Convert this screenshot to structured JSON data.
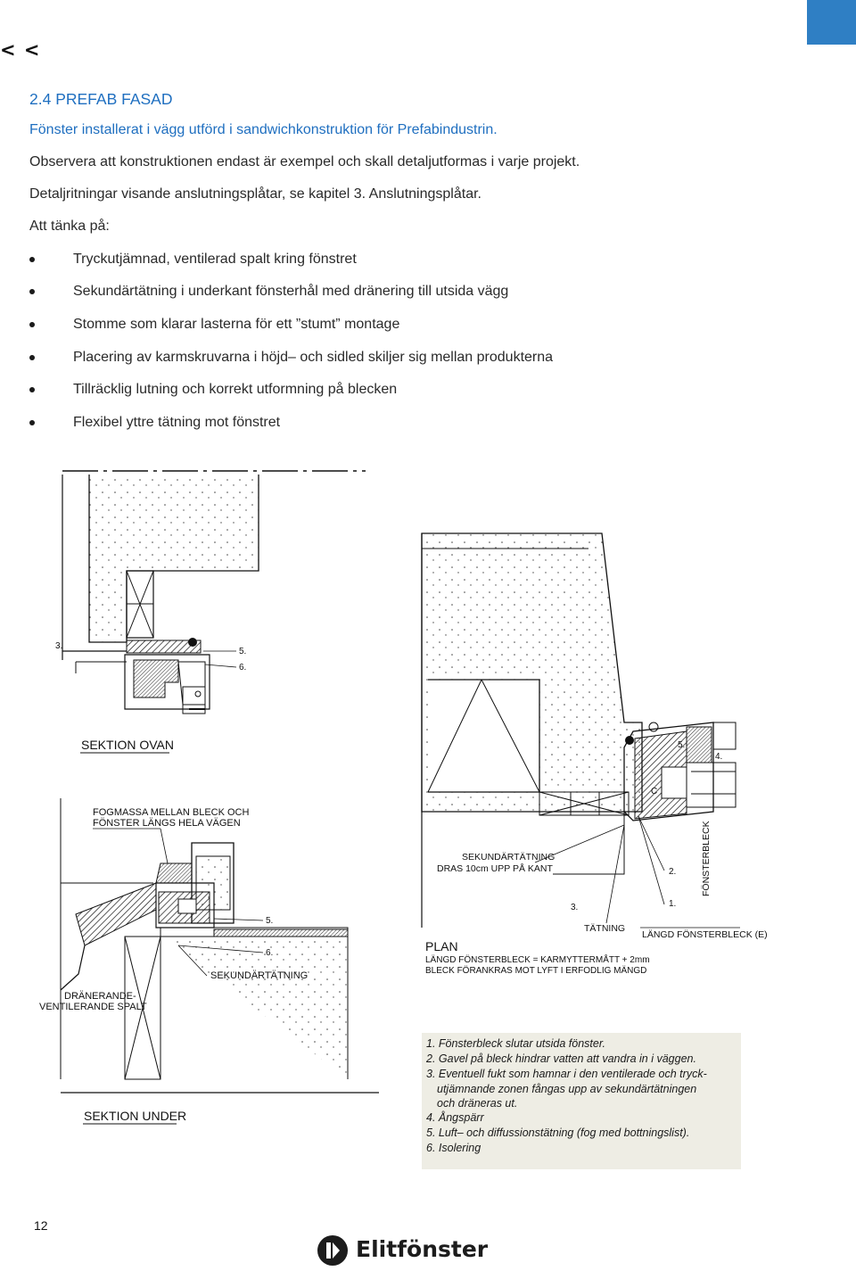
{
  "nav": {
    "back": "< <"
  },
  "header": {
    "section": "2.4 PREFAB FASAD",
    "subtitle": "Fönster installerat i vägg utförd i sandwichkonstruktion för Prefabindustrin."
  },
  "body": {
    "p1": "Observera att konstruktionen endast är exempel och skall detaljutformas i varje projekt.",
    "p2": "Detaljritningar visande anslutningsplåtar, se kapitel 3. Anslutningsplåtar.",
    "think": "Att tänka på:",
    "bullets": [
      "Tryckutjämnad, ventilerad spalt kring fönstret",
      "Sekundärtätning i underkant fönsterhål med dränering till utsida vägg",
      "Stomme som klarar lasterna för ett ”stumt” montage",
      "Placering av karmskruvarna i höjd– och sidled skiljer sig mellan produkterna",
      "Tillräcklig lutning och korrekt utformning på blecken",
      "Flexibel yttre tätning mot fönstret"
    ]
  },
  "drawing": {
    "sektion_ovan": {
      "title": "SEKTION OVAN",
      "labels": {
        "n3": "3.",
        "n5": "5.",
        "n6": "6."
      }
    },
    "sektion_under": {
      "title": "SEKTION UNDER",
      "note_line1": "FOGMASSA MELLAN BLECK OCH",
      "note_line2": "FÖNSTER LÄNGS HELA VÄGEN",
      "n5": "5.",
      "n6": "6.",
      "sekundartatning": "SEKUNDÄRTÄTNING",
      "dran_line1": "DRÄNERANDE-",
      "dran_line2": "VENTILERANDE SPALT"
    },
    "plan": {
      "title": "PLAN",
      "line1": "LÄNGD FÖNSTERBLECK = KARMYTTERMÅTT + 2mm",
      "line2": "BLECK FÖRANKRAS MOT LYFT I ERFODLIG MÄNGD",
      "sek_line1": "SEKUNDÄRTÄTNING",
      "sek_line2": "DRAS 10cm UPP PÅ KANT",
      "tatning": "TÄTNING",
      "langd": "LÄNGD FÖNSTERBLECK (E)",
      "fonsterbleck": "FÖNSTERBLECK",
      "n1": "1.",
      "n2": "2.",
      "n3": "3.",
      "n4": "4.",
      "n5": "5.",
      "c": "C"
    }
  },
  "legend": {
    "items": [
      "1. Fönsterbleck slutar utsida fönster.",
      "2. Gavel på bleck hindrar vatten att vandra in i väggen.",
      "3. Eventuell fukt som hamnar i den ventilerade och tryck-",
      "utjämnande zonen fångas upp av sekundärtätningen",
      "och dräneras ut.",
      "4. Ångspärr",
      "5. Luft– och diffussionstätning (fog med bottningslist).",
      "6. Isolering"
    ]
  },
  "footer": {
    "page": "12",
    "brand": "Elitfönster"
  },
  "colors": {
    "accent": "#1f6fc0",
    "corner": "#2f7fc4",
    "legend_bg": "#eeede4"
  }
}
